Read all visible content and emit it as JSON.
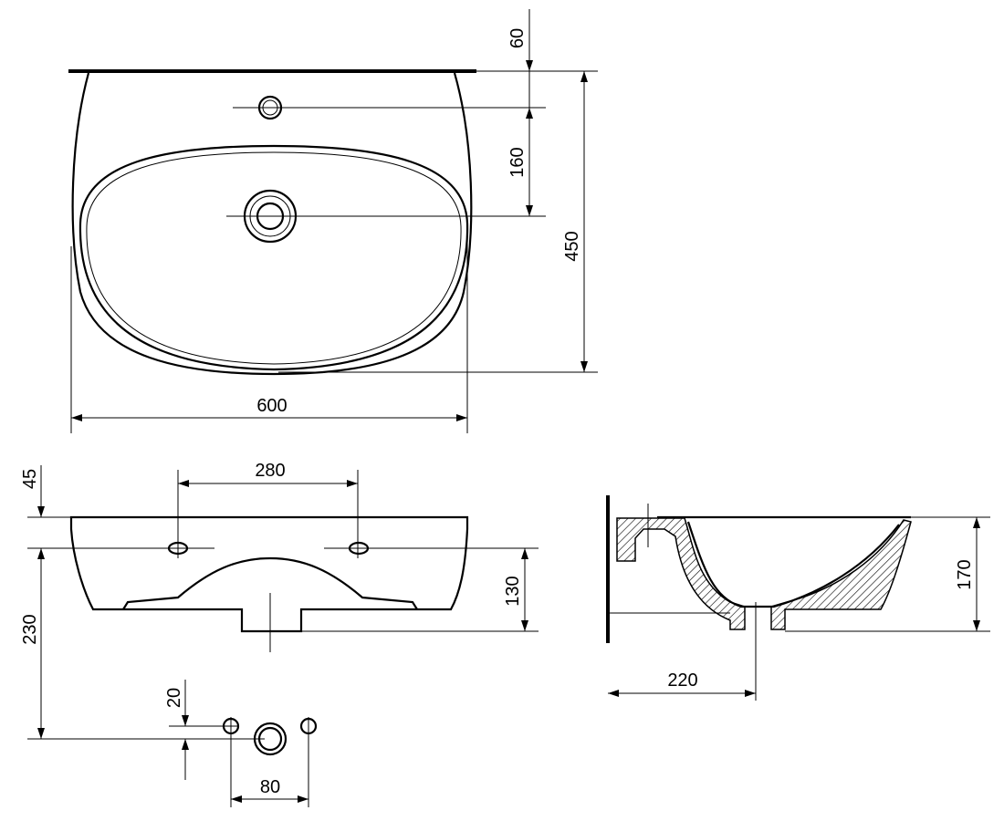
{
  "drawing": {
    "top_view": {
      "depth_tap_offset": "60",
      "tap_to_drain": "160",
      "depth_total": "450",
      "width": "600"
    },
    "front_view": {
      "fixing_spacing": "280",
      "rim_to_fixing": "45",
      "fixing_to_bottom": "130",
      "fixing_to_waste": "230"
    },
    "hole_detail": {
      "vertical_offset": "20",
      "spacing": "80"
    },
    "side_view": {
      "height": "170",
      "projection_to_waste": "220"
    },
    "line_color": "#000000",
    "background": "#ffffff"
  }
}
